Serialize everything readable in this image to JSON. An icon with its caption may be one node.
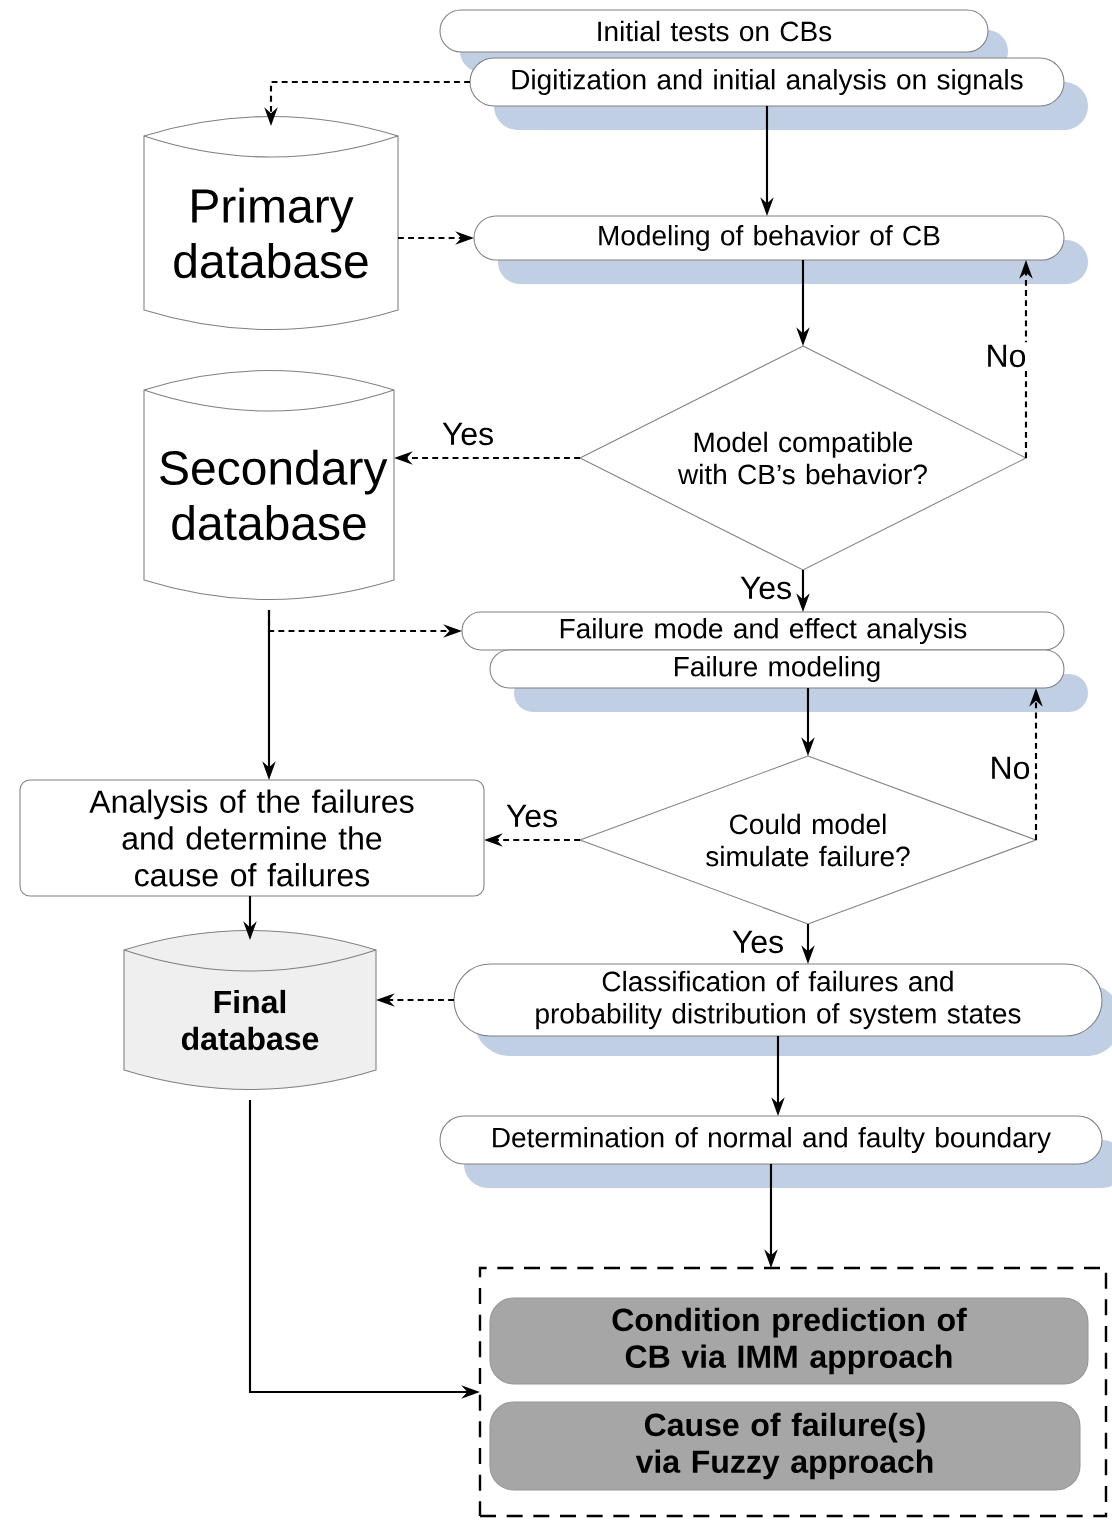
{
  "diagram": {
    "nodes": [
      {
        "text": [
          "Initial tests on CBs"
        ]
      },
      {
        "text": [
          "Digitization and initial analysis on signals"
        ]
      },
      {
        "text": [
          "Primary database"
        ]
      },
      {
        "text": [
          "Modeling of behavior of CB"
        ]
      },
      {
        "text": [
          "Model compatible with CB’s behavior?"
        ]
      },
      {
        "text": [
          "Secondary database"
        ]
      },
      {
        "text": [
          "Failure mode and effect analysis"
        ]
      },
      {
        "text": [
          "Failure modeling"
        ]
      },
      {
        "text": [
          "Analysis of the failures and determine the cause of failures"
        ]
      },
      {
        "text": [
          "Could model simulate failure?"
        ]
      },
      {
        "text": [
          "Final database"
        ]
      },
      {
        "text": [
          "Classification of failures and probability distribution of system states"
        ]
      },
      {
        "text": [
          "Determination of normal and faulty boundary"
        ]
      },
      {
        "text": [],
        "shape": "box"
      },
      {
        "text": [
          "Condition prediction of CB via IMM approach"
        ],
        "in": 13
      },
      {
        "text": [
          "Cause of failure(s) via Fuzzy approach"
        ],
        "in": 13
      }
    ],
    "edges": [
      {
        "from": 1,
        "to": 2,
        "arrow": "to",
        "style": "dashed"
      },
      {
        "from": 1,
        "to": 3,
        "arrow": "to"
      },
      {
        "from": 2,
        "to": 3,
        "arrow": "to",
        "style": "dashed"
      },
      {
        "from": 3,
        "to": 4,
        "arrow": "to"
      },
      {
        "from": 4,
        "to": 5,
        "arrow": "to",
        "style": "dashed",
        "label": "Yes"
      },
      {
        "from": 4,
        "to": 3,
        "arrow": "to",
        "style": "dashed",
        "label": "No"
      },
      {
        "from": 4,
        "to": 6,
        "arrow": "to",
        "label": "Yes"
      },
      {
        "from": 5,
        "to": 6,
        "arrow": "to",
        "style": "dashed"
      },
      {
        "from": 5,
        "to": 8,
        "arrow": "to"
      },
      {
        "from": 7,
        "to": 9,
        "arrow": "to"
      },
      {
        "from": 9,
        "to": 7,
        "arrow": "to",
        "style": "dashed",
        "label": "No"
      },
      {
        "from": 9,
        "to": 8,
        "arrow": "to",
        "style": "dashed",
        "label": "Yes"
      },
      {
        "from": 9,
        "to": 11,
        "arrow": "to",
        "label": "Yes"
      },
      {
        "from": 8,
        "to": 10,
        "arrow": "to"
      },
      {
        "from": 11,
        "to": 10,
        "arrow": "to",
        "style": "dashed"
      },
      {
        "from": 11,
        "to": 12,
        "arrow": "to"
      },
      {
        "from": 12,
        "to": 13,
        "arrow": "to"
      },
      {
        "from": 10,
        "to": 13,
        "arrow": "to"
      }
    ]
  }
}
